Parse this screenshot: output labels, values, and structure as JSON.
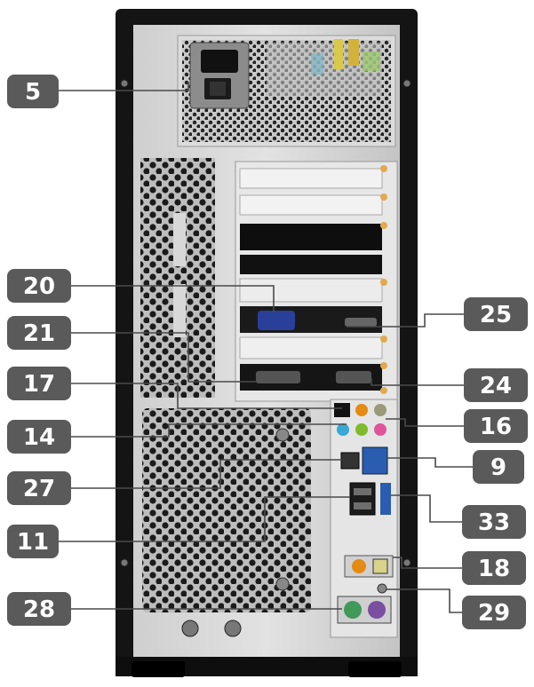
{
  "callouts": [
    {
      "id": "c5",
      "text": "5"
    },
    {
      "id": "c20",
      "text": "20"
    },
    {
      "id": "c21",
      "text": "21"
    },
    {
      "id": "c17",
      "text": "17"
    },
    {
      "id": "c14",
      "text": "14"
    },
    {
      "id": "c27",
      "text": "27"
    },
    {
      "id": "c11",
      "text": "11"
    },
    {
      "id": "c28",
      "text": "28"
    },
    {
      "id": "c25",
      "text": "25"
    },
    {
      "id": "c24",
      "text": "24"
    },
    {
      "id": "c16",
      "text": "16"
    },
    {
      "id": "c9",
      "text": "9"
    },
    {
      "id": "c33",
      "text": "33"
    },
    {
      "id": "c18",
      "text": "18"
    },
    {
      "id": "c29",
      "text": "29"
    }
  ],
  "colors": {
    "label_bg": "#5a5a5a",
    "leader": "#4a4a4a",
    "case": "#141414",
    "panel": "#d8d8d8",
    "usb": "#2a5db0",
    "vga": "#2a3f9a",
    "audio_orange": "#e58a12",
    "audio_green": "#7dbb2c",
    "audio_pink": "#e0559a",
    "audio_blue": "#38a9d6",
    "ps2_green": "#3f9a5a",
    "ps2_purple": "#7a4fa2"
  }
}
